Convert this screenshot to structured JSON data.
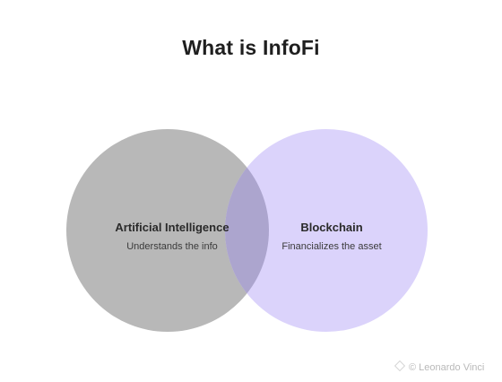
{
  "diagram": {
    "title": "What is InfoFi",
    "sets": [
      {
        "name": "Artificial Intelligence",
        "description": "Understands the info",
        "color": "#b8b8b8"
      },
      {
        "name": "Blockchain",
        "description": "Financializes the asset",
        "color": "#dbd3fb"
      }
    ],
    "overlap_color": "#aca5ce"
  },
  "watermark": {
    "text": "© Leonardo Vinci",
    "icon": "diamond-icon"
  }
}
